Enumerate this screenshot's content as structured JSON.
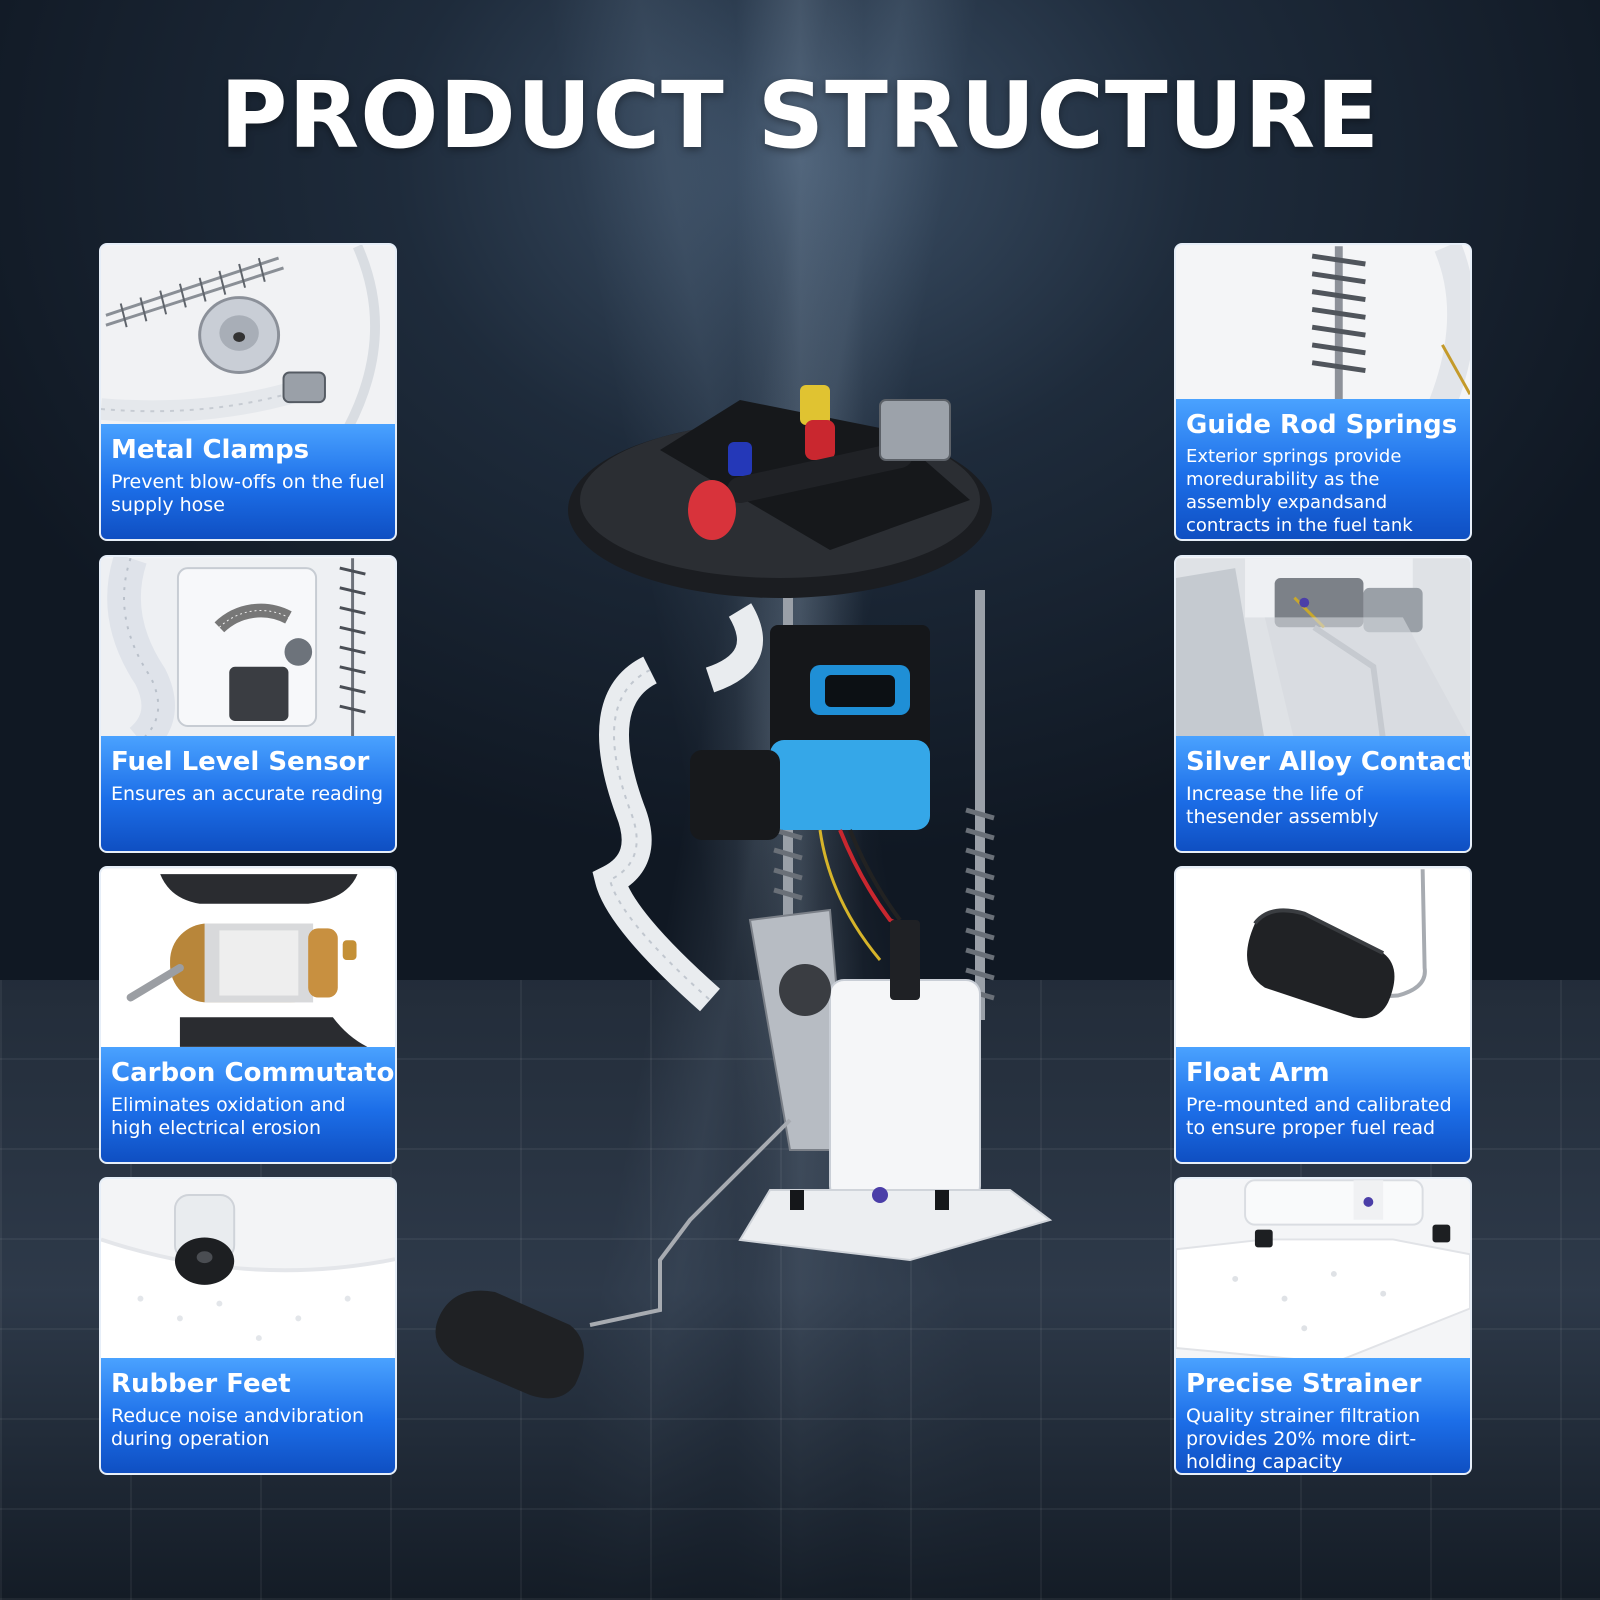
{
  "header": {
    "title": "PRODUCT STRUCTURE"
  },
  "features": {
    "left": [
      {
        "title": "Metal Clamps",
        "description": "Prevent blow-offs on the fuel supply hose"
      },
      {
        "title": "Fuel Level Sensor",
        "description": "Ensures an accurate reading"
      },
      {
        "title": "Carbon Commutator",
        "description": "Eliminates oxidation and high electrical erosion"
      },
      {
        "title": "Rubber Feet",
        "description": "Reduce noise andvibration during operation"
      }
    ],
    "right": [
      {
        "title": "Guide Rod Springs",
        "description": "Exterior springs provide moredurability as the assembly expandsand contracts in the fuel tank"
      },
      {
        "title": "Silver Alloy Contacts",
        "description": "Increase the life of thesender assembly"
      },
      {
        "title": "Float Arm",
        "description": "Pre-mounted and calibrated to ensure proper fuel read"
      },
      {
        "title": "Precise Strainer",
        "description": "Quality strainer filtration provides 20% more dirt-holding capacity"
      }
    ]
  },
  "colors": {
    "label_blue": "#1c6ee8",
    "label_light_blue": "#4aa2ff",
    "pump_blue": "#35a7e8",
    "background_dark": "#1e2b3b"
  },
  "icons": [
    "spring-icon",
    "clamp-icon",
    "sensor-icon",
    "commutator-icon",
    "rubber-foot-icon",
    "contact-icon",
    "float-icon",
    "strainer-icon"
  ]
}
